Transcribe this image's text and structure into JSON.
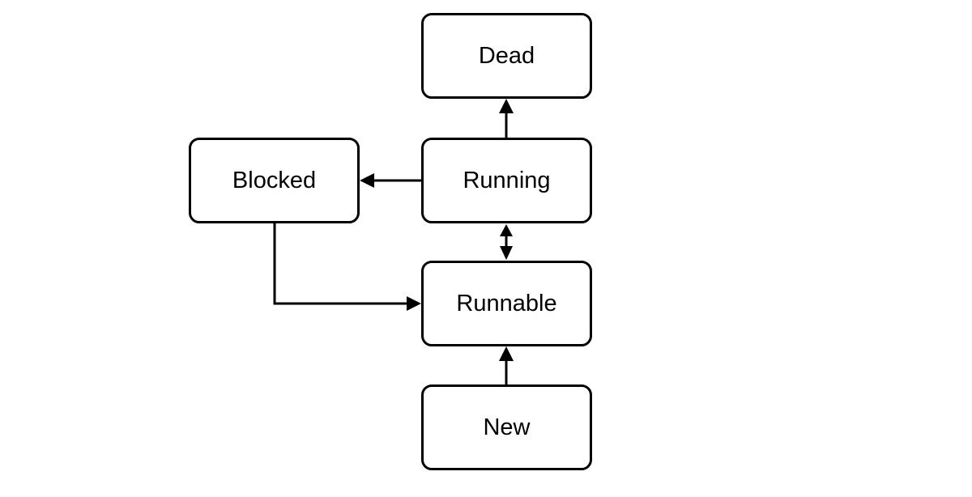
{
  "diagram": {
    "nodes": {
      "dead": "Dead",
      "running": "Running",
      "blocked": "Blocked",
      "runnable": "Runnable",
      "new": "New"
    },
    "edges": [
      {
        "from": "new",
        "to": "runnable"
      },
      {
        "from": "runnable",
        "to": "running"
      },
      {
        "from": "running",
        "to": "runnable"
      },
      {
        "from": "running",
        "to": "dead"
      },
      {
        "from": "running",
        "to": "blocked"
      },
      {
        "from": "blocked",
        "to": "runnable"
      }
    ]
  }
}
